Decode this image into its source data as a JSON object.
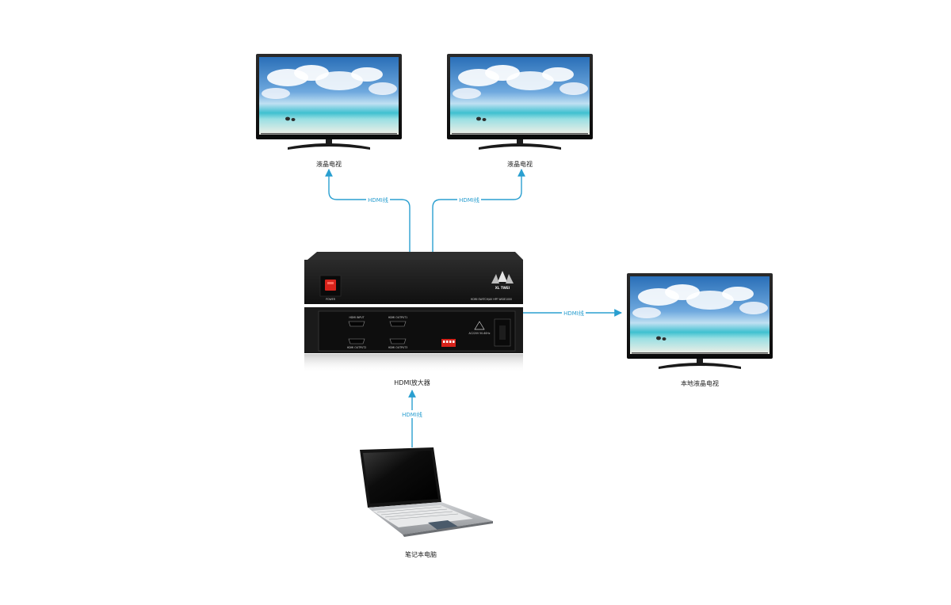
{
  "devices": {
    "tv_left": {
      "label": "液晶电视"
    },
    "tv_right": {
      "label": "液晶电视"
    },
    "tv_local": {
      "label": "本地液晶电视"
    },
    "amplifier": {
      "label": "HDMI放大器",
      "logo_text": "XL TWEI",
      "model_text": "HDMI SWITCH/AV HPF WIDE1000",
      "power_label": "POWER",
      "port_labels": [
        "HDMI INPUT",
        "HDMI OUTPUT1",
        "HDMI OUTPUT2",
        "HDMI OUTPUT3"
      ],
      "dip_label": "1 2 3 4",
      "power_socket_label": "AC220V\n50-60Hz"
    },
    "laptop": {
      "label": "笔记本电脑"
    }
  },
  "connections": [
    {
      "from": "amplifier",
      "to": "tv_left",
      "label": "HDMI线"
    },
    {
      "from": "amplifier",
      "to": "tv_right",
      "label": "HDMI线"
    },
    {
      "from": "amplifier",
      "to": "tv_local",
      "label": "HDMI线"
    },
    {
      "from": "laptop",
      "to": "amplifier",
      "label": "HDMI线"
    }
  ],
  "colors": {
    "cable": "#2a9fd0",
    "device_body": "#1b1b1b",
    "power_switch": "#d8231b"
  }
}
